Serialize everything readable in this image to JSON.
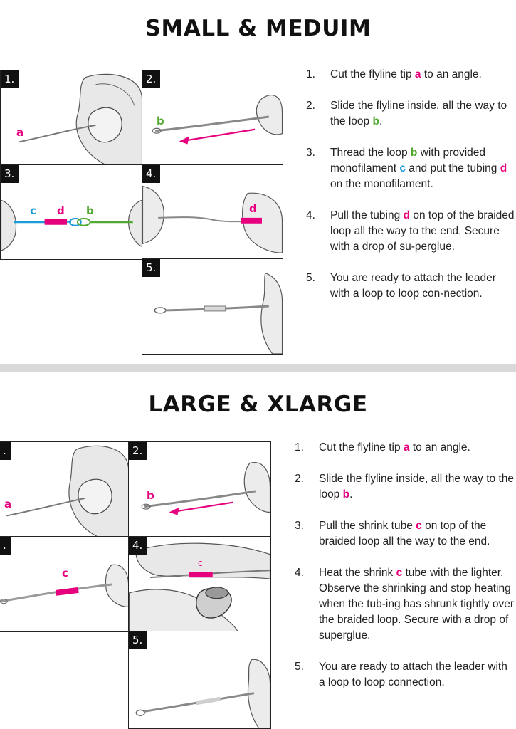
{
  "sections": [
    {
      "title": "SMALL & MEDUIM",
      "panel_numbers": [
        "1.",
        "2.",
        "3.",
        "4.",
        "5."
      ],
      "labels": {
        "p1_a": "a",
        "p2_b": "b",
        "p3_c": "c",
        "p3_d": "d",
        "p3_b": "b",
        "p4_d": "d"
      },
      "steps": [
        {
          "num": "1.",
          "parts": [
            "Cut the flyline tip ",
            "a",
            " to an angle."
          ]
        },
        {
          "num": "2.",
          "parts": [
            "Slide the flyline inside, all the way to the loop ",
            "b",
            "."
          ]
        },
        {
          "num": "3.",
          "parts": [
            "Thread the loop ",
            "b",
            " with provided monofilament ",
            "c",
            " and put the tubing ",
            "d",
            " on the monofilament."
          ]
        },
        {
          "num": "4.",
          "parts": [
            "Pull the tubing ",
            "d",
            " on top of the braided loop all the way to the end. Secure with a drop of su-perglue."
          ]
        },
        {
          "num": "5.",
          "parts": [
            "You are ready to attach the leader with a loop to loop con-nection."
          ]
        }
      ]
    },
    {
      "title": "LARGE & XLARGE",
      "panel_numbers": [
        ".",
        "2.",
        ".",
        "4.",
        "5."
      ],
      "labels": {
        "p1_a": "a",
        "p2_b": "b",
        "p3_c": "c",
        "p4_c": "c"
      },
      "steps": [
        {
          "num": "1.",
          "parts": [
            "Cut the flyline tip ",
            "a",
            " to an angle."
          ]
        },
        {
          "num": "2.",
          "parts": [
            "Slide the flyline inside, all the way to the loop ",
            "b",
            "."
          ]
        },
        {
          "num": "3.",
          "parts": [
            "Pull the shrink tube ",
            "c",
            " on top of the braided loop all the way to the end."
          ]
        },
        {
          "num": "4.",
          "parts": [
            "Heat the shrink ",
            "c",
            " tube with the lighter.  Observe the shrinking and stop heating when the tub-ing has shrunk tightly over the braided loop. Secure with a drop of superglue."
          ]
        },
        {
          "num": "5.",
          "parts": [
            "You are ready to attach the leader with a loop to loop connection."
          ]
        }
      ]
    }
  ],
  "colors": {
    "magenta": "#e6007e",
    "cyan": "#1e9ad6",
    "green": "#52a830",
    "divider": "#d9d9d9"
  }
}
